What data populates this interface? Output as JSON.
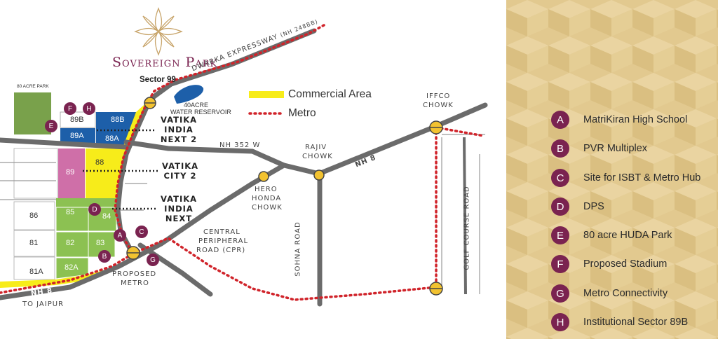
{
  "brand": {
    "name": "Sovereign Park",
    "sector": "Sector 99"
  },
  "legend_key": {
    "commercial": "Commercial Area",
    "metro": "Metro"
  },
  "map_labels": {
    "acre_park": "80 ACRE PARK",
    "reservoir_line1": "40ACRE",
    "reservoir_line2": "WATER RESERVOIR",
    "dwarka": "DWARKA EXPRESSWAY",
    "dwarka_nh": "(NH 248BB)",
    "nh352": "NH 352 W",
    "nh8_right": "NH 8",
    "nh8_left": "NH 8",
    "to_jaipur": "TO JAIPUR",
    "iffco_line1": "IFFCO",
    "iffco_line2": "CHOWK",
    "rajiv_line1": "RAJIV",
    "rajiv_line2": "CHOWK",
    "hero_line1": "HERO",
    "hero_line2": "HONDA",
    "hero_line3": "CHOWK",
    "sohna": "SOHNA ROAD",
    "golf": "GOLF COURSE ROAD",
    "cpr_line1": "CENTRAL",
    "cpr_line2": "PERIPHERAL",
    "cpr_line3": "ROAD (CPR)",
    "proposed_line1": "PROPOSED",
    "proposed_line2": "METRO"
  },
  "projects": [
    {
      "line1": "VATIKA",
      "line2": "INDIA",
      "line3": "NEXT 2"
    },
    {
      "line1": "VATIKA",
      "line2": "CITY 2",
      "line3": ""
    },
    {
      "line1": "VATIKA",
      "line2": "INDIA",
      "line3": "NEXT"
    }
  ],
  "plots": {
    "p89b": "89B",
    "p88b": "88B",
    "p89a": "89A",
    "p88a": "88A",
    "p89": "89",
    "p88": "88",
    "p86": "86",
    "p85": "85",
    "p84": "84",
    "p81": "81",
    "p82": "82",
    "p83": "83",
    "p81a": "81A",
    "p82a": "82A"
  },
  "map_badges": {
    "a": "A",
    "b": "B",
    "c": "C",
    "d": "D",
    "e": "E",
    "f": "F",
    "g": "G",
    "h": "H"
  },
  "legend_items": [
    {
      "letter": "A",
      "label": "MatriKiran High School"
    },
    {
      "letter": "B",
      "label": "PVR Multiplex"
    },
    {
      "letter": "C",
      "label": "Site for ISBT & Metro Hub"
    },
    {
      "letter": "D",
      "label": "DPS"
    },
    {
      "letter": "E",
      "label": "80 acre HUDA Park"
    },
    {
      "letter": "F",
      "label": "Proposed Stadium"
    },
    {
      "letter": "G",
      "label": "Metro Connectivity"
    },
    {
      "letter": "H",
      "label": "Institutional Sector 89B"
    }
  ],
  "colors": {
    "badge": "#7a2350",
    "road": "#6b6b6b",
    "metro": "#d0232a",
    "commercial": "#f7ec1a",
    "green": "#8cc152",
    "blue": "#1d5fa9",
    "pink": "#cf6fa8",
    "legend_bg": "#e2c98f"
  }
}
